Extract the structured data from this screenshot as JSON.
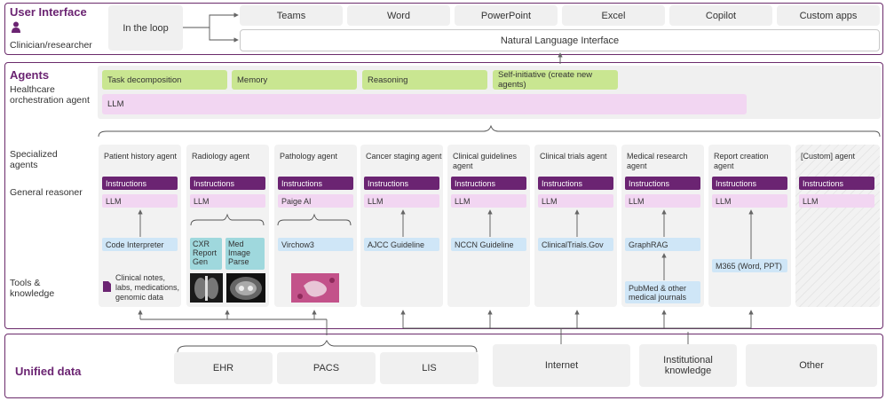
{
  "user_interface": {
    "title": "User Interface",
    "user_label": "Clinician/researcher",
    "loop_label": "In the loop",
    "apps": [
      "Teams",
      "Word",
      "PowerPoint",
      "Excel",
      "Copilot",
      "Custom apps"
    ],
    "nl_interface": "Natural Language Interface"
  },
  "agents": {
    "title": "Agents",
    "orchestration_label": "Healthcare orchestration agent",
    "capabilities": [
      "Task decomposition",
      "Memory",
      "Reasoning",
      "Self-initiative (create new agents)"
    ],
    "llm": "LLM",
    "specialized_label": "Specialized agents",
    "reasoner_label": "General reasoner",
    "tools_label": "Tools & knowledge",
    "instructions_label": "Instructions",
    "columns": [
      {
        "name": "Patient history agent",
        "llm": "LLM",
        "tool": "Code Interpreter",
        "extra": "Clinical notes, labs, medications, genomic data"
      },
      {
        "name": "Radiology agent",
        "llm": "LLM",
        "tools": [
          "CXR Report Gen",
          "Med Image Parse"
        ]
      },
      {
        "name": "Pathology agent",
        "llm": "Paige AI",
        "tool": "Virchow3"
      },
      {
        "name": "Cancer staging agent",
        "llm": "LLM",
        "tool": "AJCC Guideline"
      },
      {
        "name": "Clinical guidelines agent",
        "llm": "LLM",
        "tool": "NCCN Guideline"
      },
      {
        "name": "Clinical trials agent",
        "llm": "LLM",
        "tool": "ClinicalTrials.Gov"
      },
      {
        "name": "Medical research agent",
        "llm": "LLM",
        "tool": "GraphRAG",
        "extra": "PubMed & other medical journals"
      },
      {
        "name": "Report creation agent",
        "llm": "LLM",
        "tool": "M365 (Word, PPT)"
      },
      {
        "name": "[Custom] agent",
        "llm": "LLM"
      }
    ]
  },
  "unified_data": {
    "title": "Unified data",
    "sources": [
      "EHR",
      "PACS",
      "LIS",
      "Internet",
      "Institutional knowledge",
      "Other"
    ]
  },
  "colors": {
    "accent": "#6b2472",
    "green": "#c9e691",
    "pink": "#f2d6f2",
    "blue": "#cfe6f7",
    "teal": "#9fd8dd"
  }
}
